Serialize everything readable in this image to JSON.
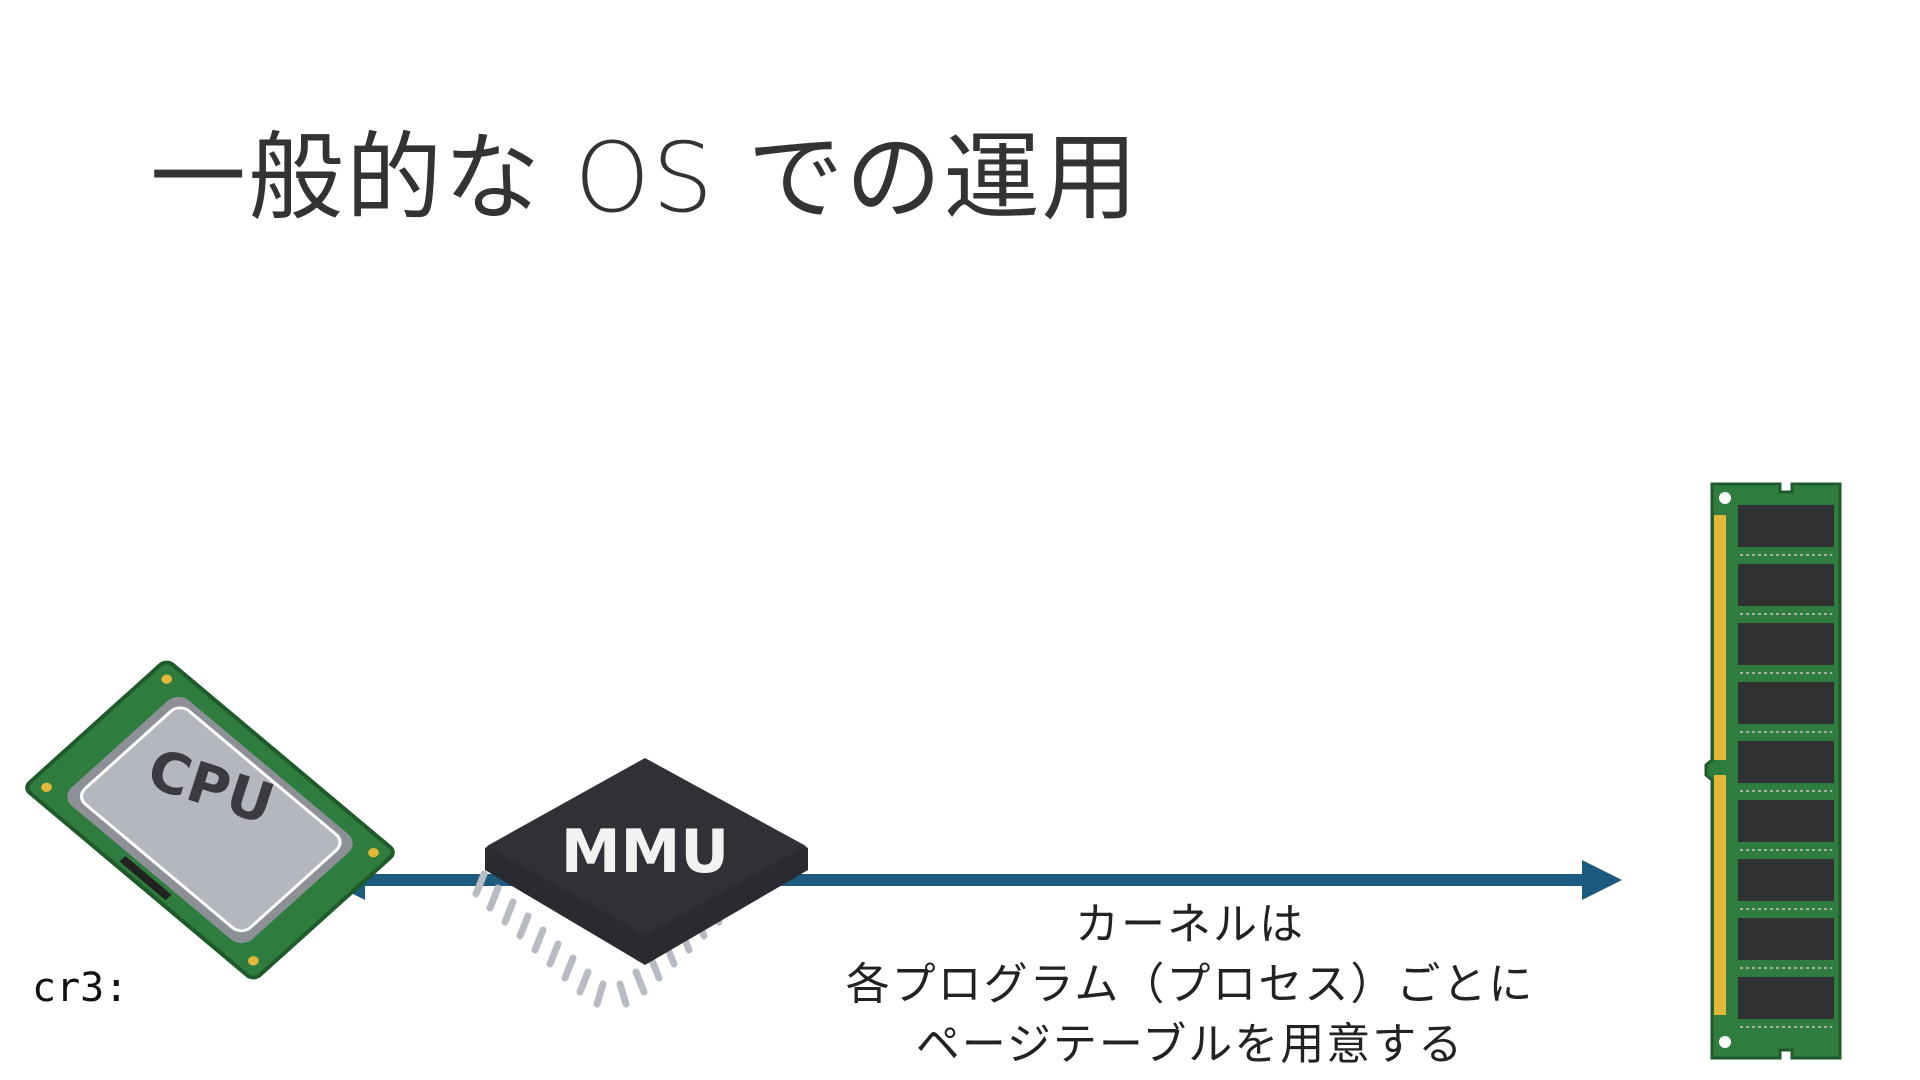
{
  "slide": {
    "title": "一般的な OS での運用",
    "cpu_label": "CPU",
    "mmu_label": "MMU",
    "register_label": "cr3:",
    "caption_lines": [
      "カーネルは",
      "各プログラム（プロセス）ごとに",
      "ページテーブルを用意する"
    ]
  },
  "colors": {
    "arrow": "#1d5b7e",
    "chip_body": "#2a2b30",
    "board_green": "#2e7d3e",
    "cpu_lid": "#b4b7bd",
    "ram_chip": "#333333",
    "gold_contacts": "#e2b73a"
  },
  "icons": [
    "cpu-icon",
    "mmu-chip-icon",
    "ram-module-icon",
    "arrow-left",
    "arrow-right"
  ]
}
